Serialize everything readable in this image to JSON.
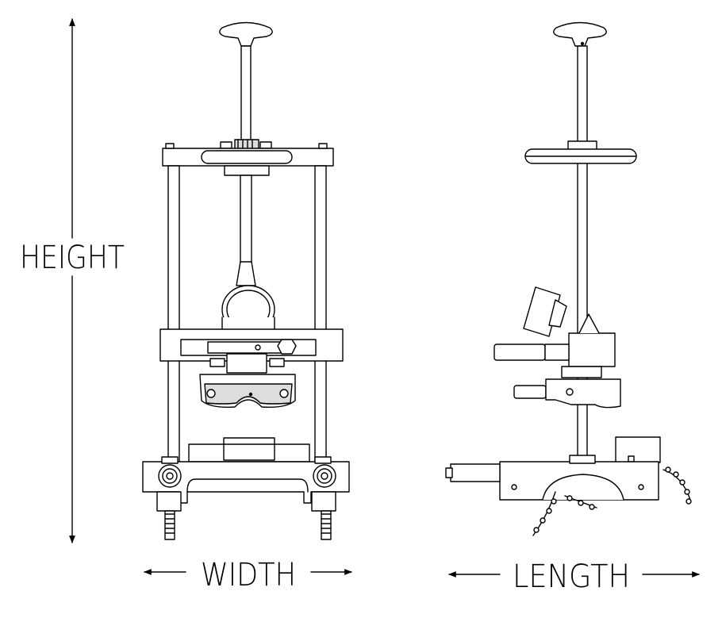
{
  "labels": {
    "height": "HEIGHT",
    "width": "WIDTH",
    "length": "LENGTH"
  },
  "colors": {
    "line": "#000000",
    "fill_light": "#ffffff",
    "fill_shade": "#d9d9d9",
    "fill_dark": "#9a9a9a"
  }
}
